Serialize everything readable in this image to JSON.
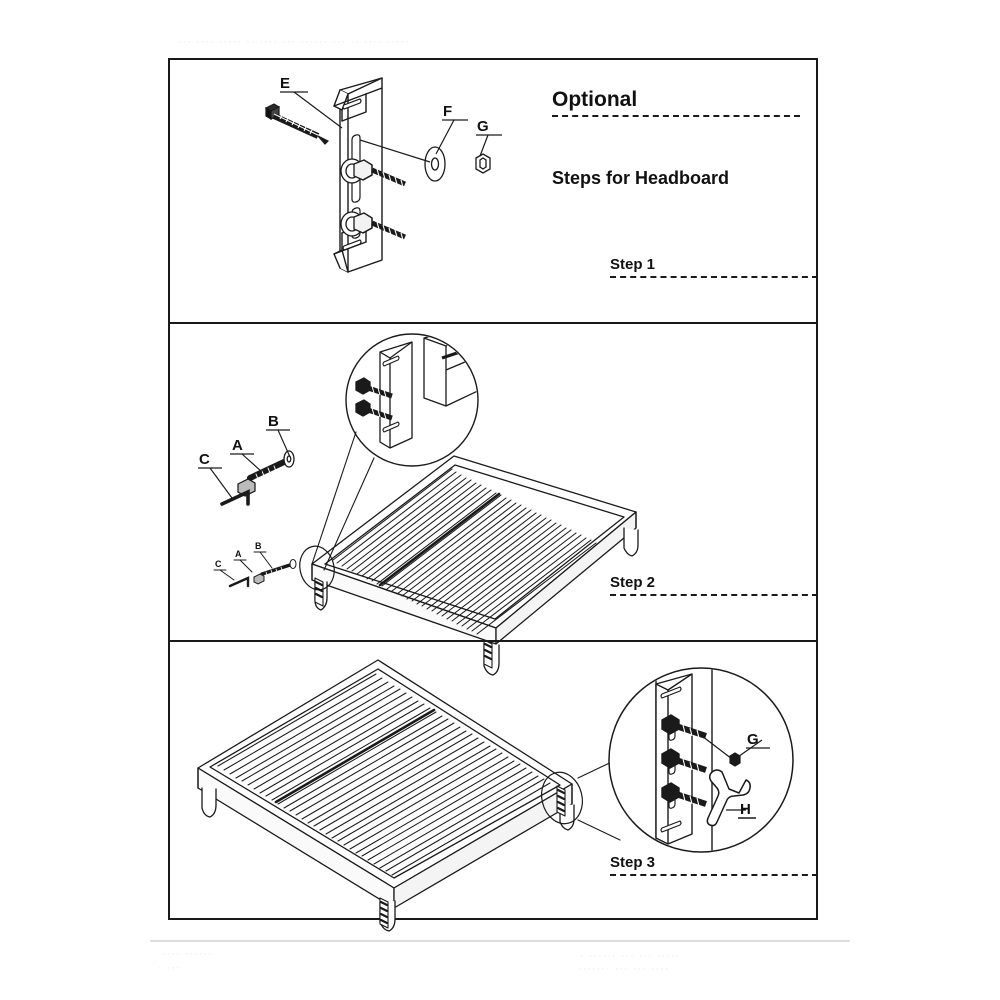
{
  "document": {
    "kind": "furniture-assembly-instruction-sheet",
    "page_background": "#ffffff",
    "ink_color": "#1a1a1a"
  },
  "panels": [
    {
      "id": "step1",
      "heading": "Optional",
      "subheading": "Steps for Headboard",
      "step_label": "Step 1",
      "illustration": "headboard-bracket-exploded",
      "part_labels": [
        {
          "key": "E",
          "part": "bolt"
        },
        {
          "key": "F",
          "part": "washer"
        },
        {
          "key": "G",
          "part": "nut"
        }
      ]
    },
    {
      "id": "step2",
      "heading": "",
      "subheading": "",
      "step_label": "Step 2",
      "illustration": "bed-frame-bracket-attach-with-magnifier",
      "part_labels": [
        {
          "key": "A",
          "part": "bolt"
        },
        {
          "key": "B",
          "part": "washer"
        },
        {
          "key": "C",
          "part": "allen-key"
        }
      ]
    },
    {
      "id": "step3",
      "heading": "",
      "subheading": "",
      "step_label": "Step 3",
      "illustration": "bed-frame-tighten-with-magnifier",
      "part_labels": [
        {
          "key": "G",
          "part": "nut"
        },
        {
          "key": "H",
          "part": "wrench"
        }
      ]
    }
  ],
  "ghost_marks": {
    "top_band": "··· ···· ····· ·· ···· ··· ······ ··· ·· ···· ·····",
    "bottom_left": "···· ······",
    "bottom_left2": "· ···",
    "bottom_right": "· ······ ··· ··· ·····",
    "bottom_right2": "······· ··· ··· ····"
  }
}
